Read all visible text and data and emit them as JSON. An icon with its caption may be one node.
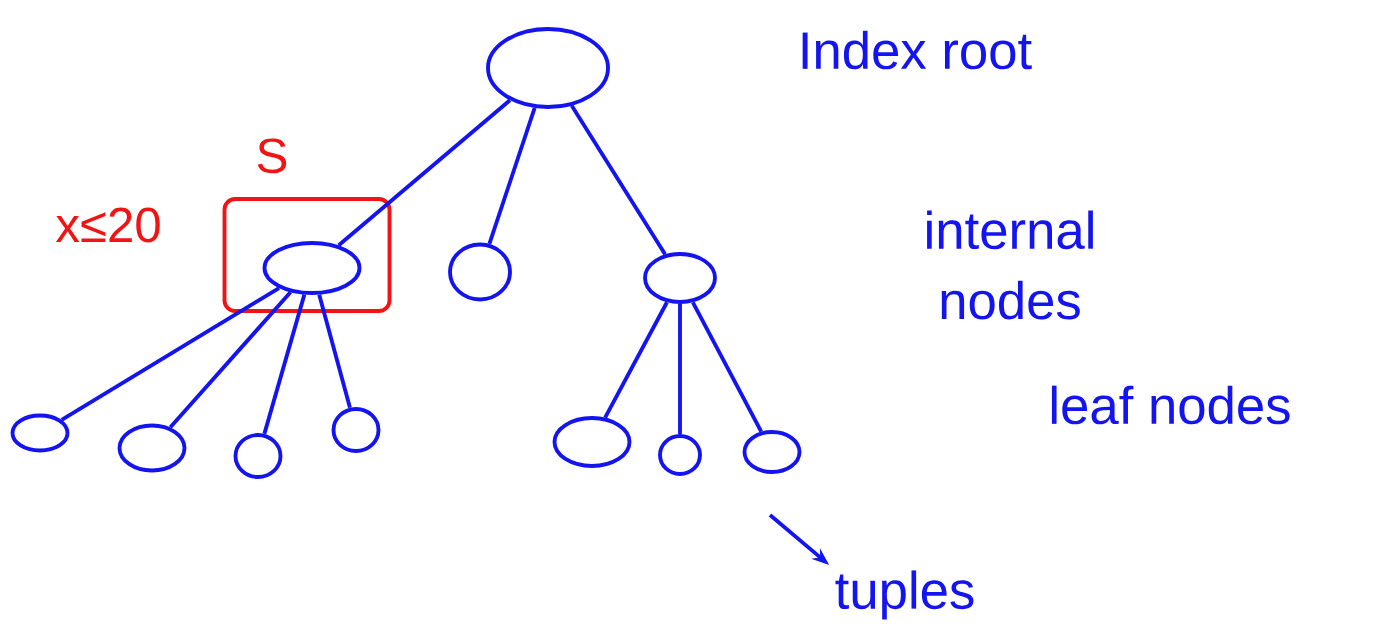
{
  "diagram": {
    "nodes": [
      {
        "text": [],
        "shape": "circle"
      },
      {
        "text": [
          "S"
        ],
        "beside": [
          "x≤20"
        ]
      },
      {
        "text": [],
        "shape": "circle",
        "in": 1
      },
      {
        "text": [],
        "shape": "circle"
      },
      {
        "text": [],
        "shape": "circle"
      },
      {
        "text": [],
        "shape": "circle"
      },
      {
        "text": [],
        "shape": "circle"
      },
      {
        "text": [],
        "shape": "circle"
      },
      {
        "text": [],
        "shape": "circle"
      },
      {
        "text": [],
        "shape": "circle"
      },
      {
        "text": [],
        "shape": "circle"
      },
      {
        "text": [],
        "shape": "circle"
      },
      {
        "text": [
          "tuples"
        ]
      }
    ],
    "edges": [
      {
        "from": 0,
        "to": 2,
        "arrow": "none"
      },
      {
        "from": 0,
        "to": 3,
        "arrow": "none"
      },
      {
        "from": 0,
        "to": 4,
        "arrow": "none"
      },
      {
        "from": 2,
        "to": 5,
        "arrow": "none"
      },
      {
        "from": 2,
        "to": 6,
        "arrow": "none"
      },
      {
        "from": 2,
        "to": 7,
        "arrow": "none"
      },
      {
        "from": 2,
        "to": 8,
        "arrow": "none"
      },
      {
        "from": 4,
        "to": 9,
        "arrow": "none"
      },
      {
        "from": 4,
        "to": 10,
        "arrow": "none"
      },
      {
        "from": 4,
        "to": 11,
        "arrow": "none"
      },
      {
        "from": null,
        "to": 12,
        "arrow": "to"
      }
    ],
    "labels": [
      "Index root",
      "internal nodes",
      "leaf nodes"
    ]
  }
}
